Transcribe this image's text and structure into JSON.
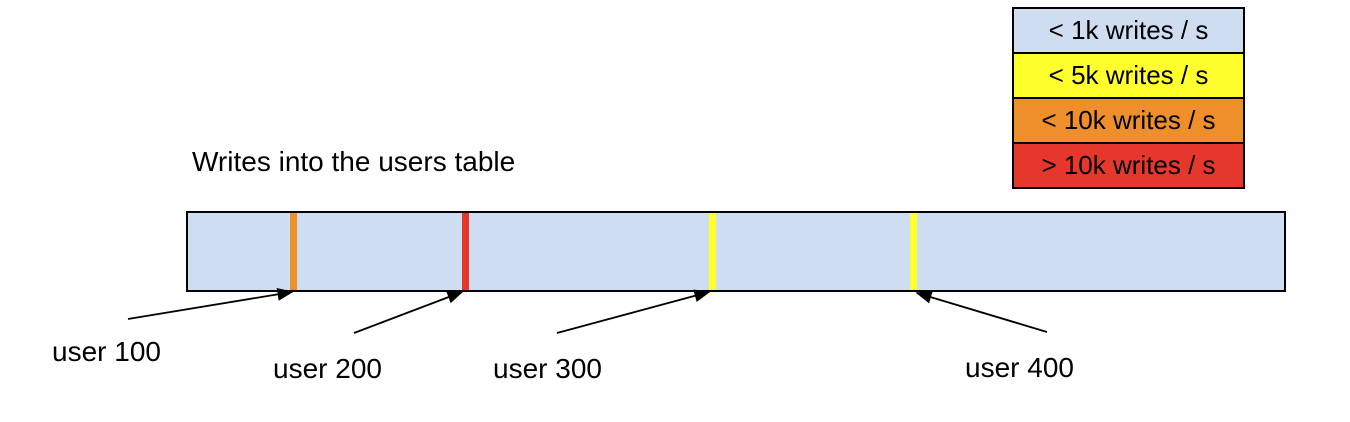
{
  "title": "Writes into the users table",
  "colors": {
    "bar_fill": "#cfddf0",
    "lt_1k": "#cfddf0",
    "lt_5k": "#ffff2e",
    "lt_10k": "#ee8f2b",
    "gt_10k": "#e5372b",
    "outline": "#000000"
  },
  "legend": {
    "items": [
      {
        "label": "< 1k writes / s",
        "color": "#cfddf0"
      },
      {
        "label": "< 5k writes / s",
        "color": "#ffff2e"
      },
      {
        "label": "< 10k writes / s",
        "color": "#ee8f2b"
      },
      {
        "label": "> 10k writes / s",
        "color": "#e5372b"
      }
    ]
  },
  "bar": {
    "fill": "#cfddf0",
    "markers": [
      {
        "user": "user 100",
        "rate": "< 10k writes / s",
        "color": "#ee8f2b"
      },
      {
        "user": "user 200",
        "rate": "> 10k writes / s",
        "color": "#e5372b"
      },
      {
        "user": "user 300",
        "rate": "< 5k writes / s",
        "color": "#ffff2e"
      },
      {
        "user": "user 400",
        "rate": "< 5k writes / s",
        "color": "#ffff2e"
      }
    ]
  }
}
